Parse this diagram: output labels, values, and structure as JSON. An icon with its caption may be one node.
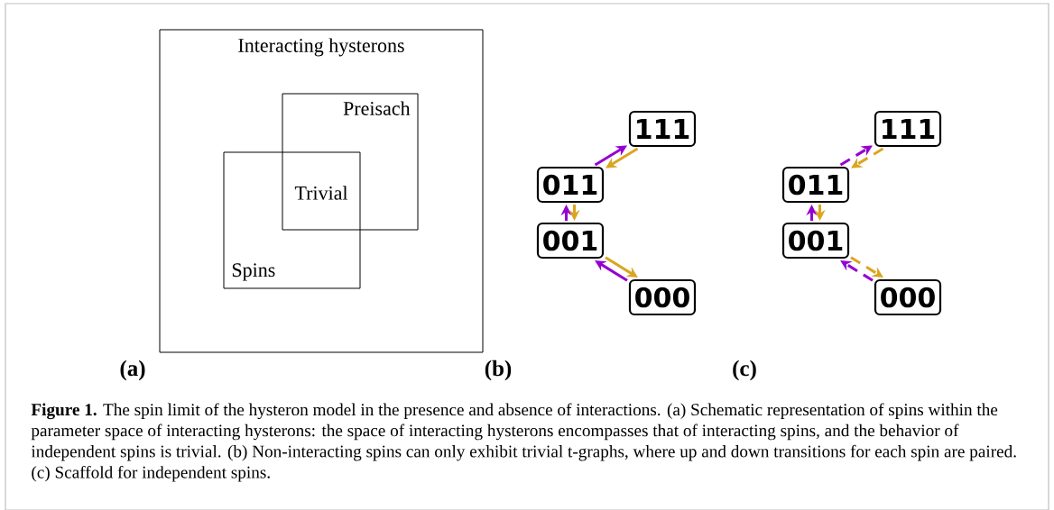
{
  "diagram": {
    "caption": "**Figure 1.** The spin limit of the hysteron model in the presence and absence of interactions. (a) Schematic representation of spins within the parameter space of interacting hysterons: the space of interacting hysterons encompasses that of interacting spins, and the behavior of independent spins is trivial. (b) Non-interacting spins can only exhibit trivial t-graphs, where up and down transitions for each spin are paired. (c) Scaffold for independent spins.",
    "nodes": [
      {
        "text": [
          "Interacting hysterons"
        ]
      },
      {
        "text": [
          "Preisach"
        ],
        "in": 0
      },
      {
        "text": [
          "Spins"
        ],
        "in": 0
      },
      {
        "text": [
          "111"
        ]
      },
      {
        "text": [
          "011"
        ]
      },
      {
        "text": [
          "001"
        ]
      },
      {
        "text": [
          "000"
        ]
      },
      {
        "text": [
          "111"
        ]
      },
      {
        "text": [
          "011"
        ]
      },
      {
        "text": [
          "001"
        ]
      },
      {
        "text": [
          "000"
        ]
      }
    ],
    "edges": [
      {
        "from": 4,
        "to": 3,
        "arrow": "to",
        "color": "#9400d3"
      },
      {
        "from": 3,
        "to": 4,
        "arrow": "to",
        "color": "#daa520"
      },
      {
        "from": 5,
        "to": 4,
        "arrow": "to",
        "color": "#9400d3"
      },
      {
        "from": 4,
        "to": 5,
        "arrow": "to",
        "color": "#daa520"
      },
      {
        "from": 5,
        "to": 6,
        "arrow": "to",
        "color": "#daa520"
      },
      {
        "from": 6,
        "to": 5,
        "arrow": "to",
        "color": "#9400d3"
      },
      {
        "from": 8,
        "to": 7,
        "arrow": "to",
        "style": "dashed",
        "color": "#9400d3"
      },
      {
        "from": 7,
        "to": 8,
        "arrow": "to",
        "style": "dashed",
        "color": "#daa520"
      },
      {
        "from": 9,
        "to": 8,
        "arrow": "to",
        "color": "#9400d3"
      },
      {
        "from": 8,
        "to": 9,
        "arrow": "to",
        "color": "#daa520"
      },
      {
        "from": 9,
        "to": 10,
        "arrow": "to",
        "style": "dashed",
        "color": "#daa520"
      },
      {
        "from": 10,
        "to": 9,
        "arrow": "to",
        "style": "dashed",
        "color": "#9400d3"
      }
    ],
    "labels": [
      "Trivial",
      "(a)",
      "(b)",
      "(c)"
    ]
  }
}
